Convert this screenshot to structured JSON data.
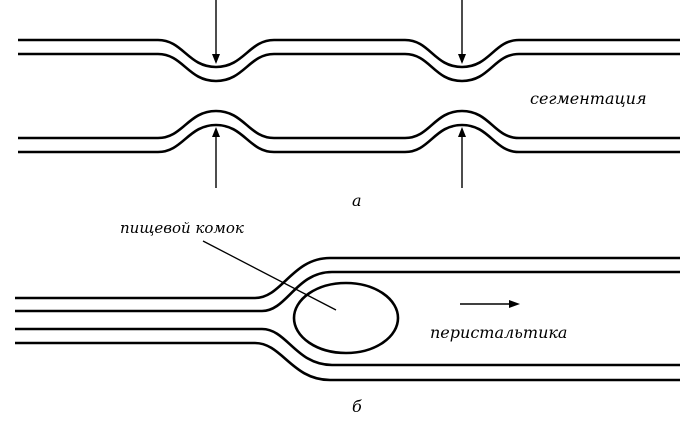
{
  "labels": {
    "segmentation": "сегментация",
    "panel_a": "а",
    "food_bolus": "пищевой комок",
    "peristalsis": "перистальтика",
    "panel_b": "б"
  },
  "colors": {
    "ink": "#000000",
    "background": "#ffffff"
  }
}
